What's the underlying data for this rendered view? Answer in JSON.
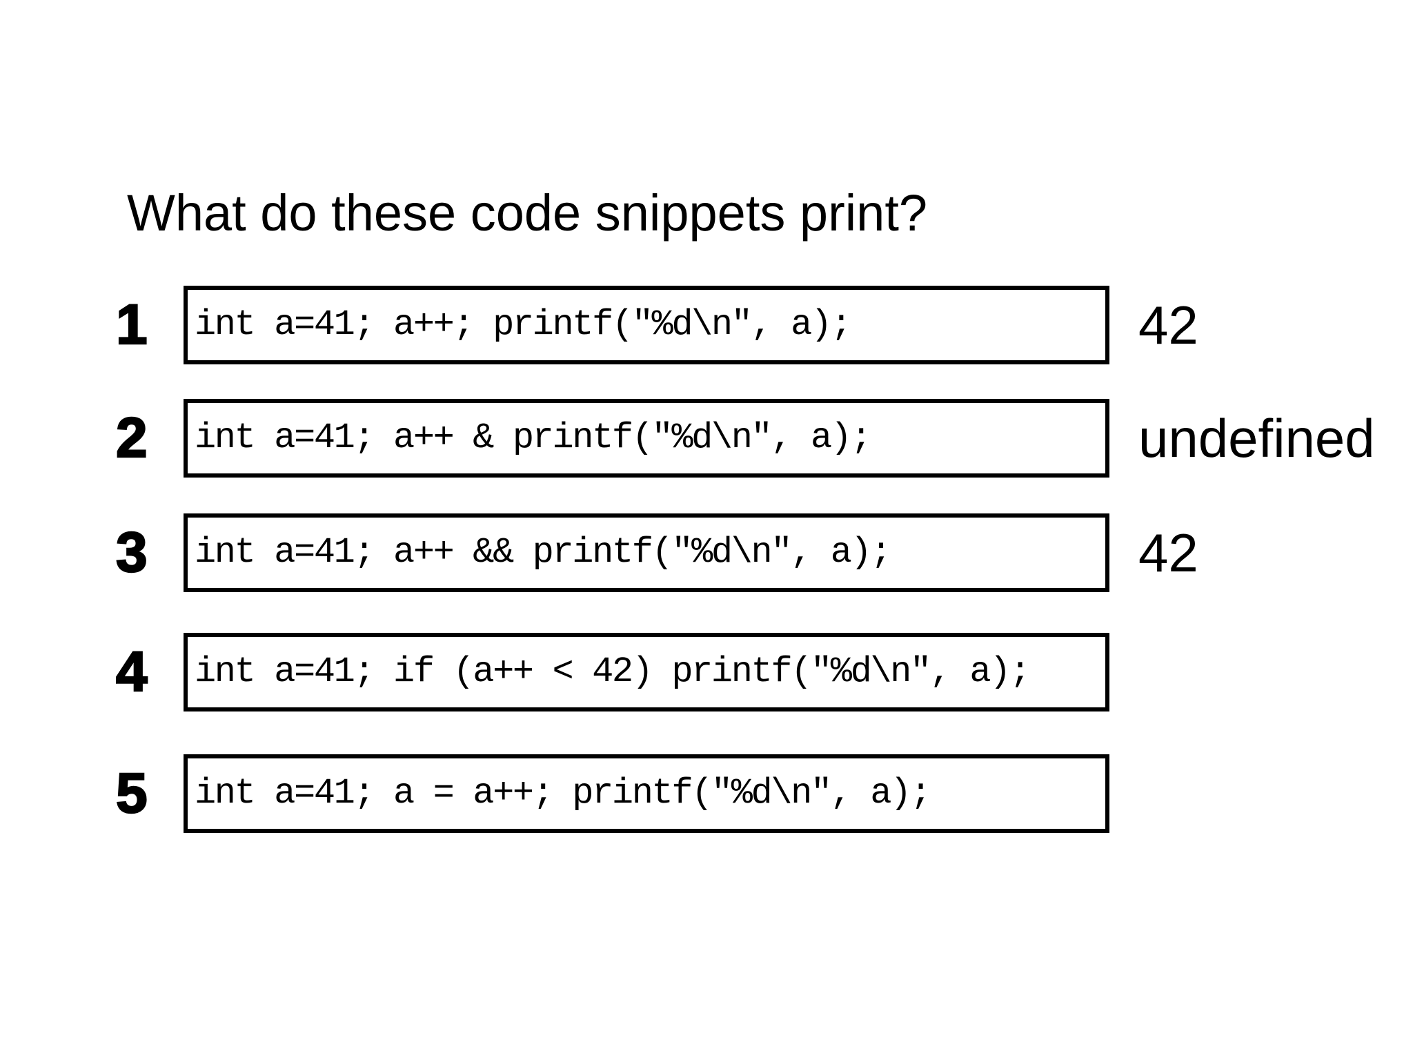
{
  "slide": {
    "title": "What do these code snippets print?",
    "rows": [
      {
        "num": "1",
        "code": "int a=41; a++; printf(\"%d\\n\", a);",
        "answer": "42"
      },
      {
        "num": "2",
        "code": "int a=41; a++ & printf(\"%d\\n\", a);",
        "answer": "undefined"
      },
      {
        "num": "3",
        "code": "int a=41; a++ && printf(\"%d\\n\", a);",
        "answer": "42"
      },
      {
        "num": "4",
        "code": "int a=41; if (a++ < 42) printf(\"%d\\n\", a);",
        "answer": ""
      },
      {
        "num": "5",
        "code": "int a=41; a = a++; printf(\"%d\\n\", a);",
        "answer": ""
      }
    ],
    "colors": {
      "text": "#000000",
      "background": "#ffffff",
      "border": "#000000"
    }
  }
}
